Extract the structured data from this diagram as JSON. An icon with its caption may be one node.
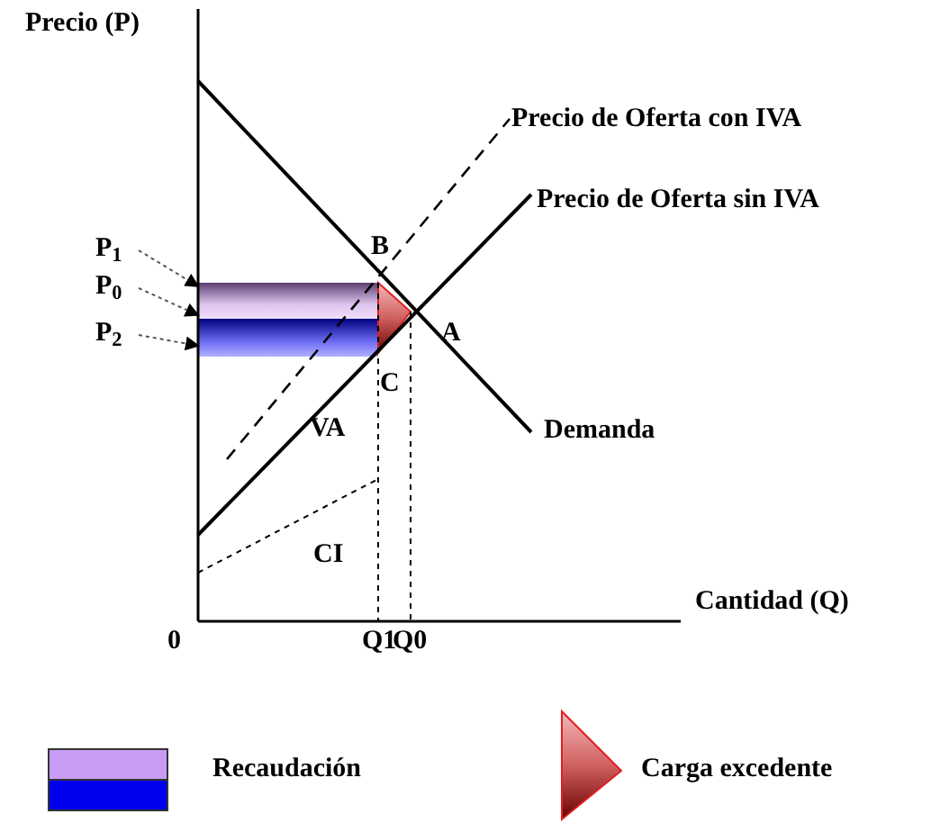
{
  "diagram": {
    "nodes": [
      {
        "text": [
          "P$_{1}$"
        ]
      },
      {
        "text": [
          "P$_{0}$"
        ]
      },
      {
        "text": [
          "P$_{2}$"
        ]
      },
      {
        "text": [],
        "shape": "bar"
      },
      {
        "text": [],
        "shape": "bar"
      }
    ],
    "edges": [
      {
        "from": 0,
        "to": 3,
        "arrow": "to",
        "style": "dashed"
      },
      {
        "from": 1,
        "to": 3,
        "arrow": "to",
        "style": "dashed"
      },
      {
        "from": 2,
        "to": 4,
        "arrow": "to",
        "style": "dashed"
      }
    ],
    "labels": [
      "Precio (P)",
      "Precio de Oferta con IVA",
      "Precio de Oferta sin IVA",
      "B",
      "A",
      "C",
      "VA",
      "Demanda",
      "CI",
      "Cantidad (Q)",
      "0",
      "Q1",
      "Q0"
    ],
    "legend": [
      {
        "text": "Recaudación"
      },
      {
        "text": "Carga excedente"
      }
    ]
  }
}
